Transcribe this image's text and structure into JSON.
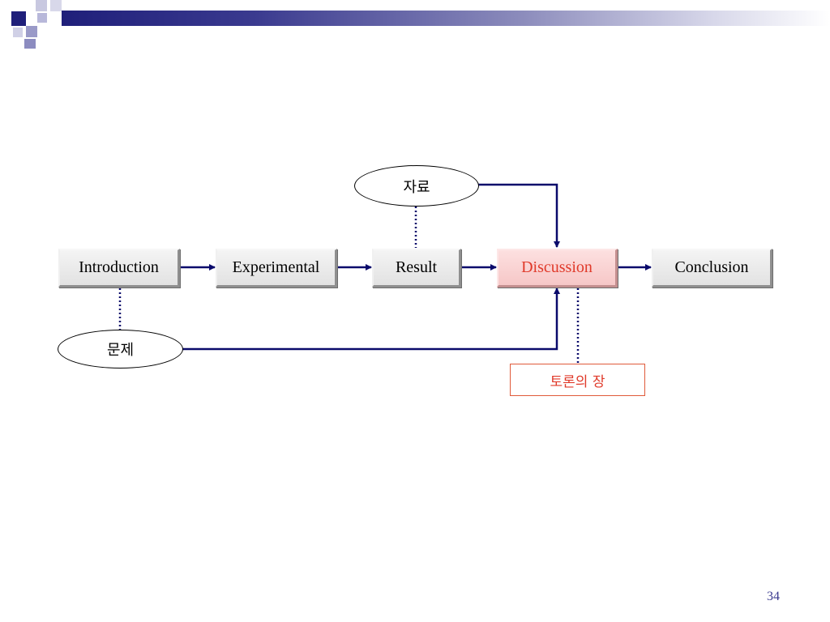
{
  "slide": {
    "page_number": "34"
  },
  "flow": {
    "introduction": "Introduction",
    "experimental": "Experimental",
    "result": "Result",
    "discussion": "Discussion",
    "conclusion": "Conclusion"
  },
  "inputs": {
    "data_label": "자료",
    "problem_label": "문제"
  },
  "note": {
    "label": "토론의 장"
  },
  "colors": {
    "arrow": "#0a0a6b",
    "highlight_text": "#e03a2a",
    "header_dark": "#1f1f7a"
  }
}
